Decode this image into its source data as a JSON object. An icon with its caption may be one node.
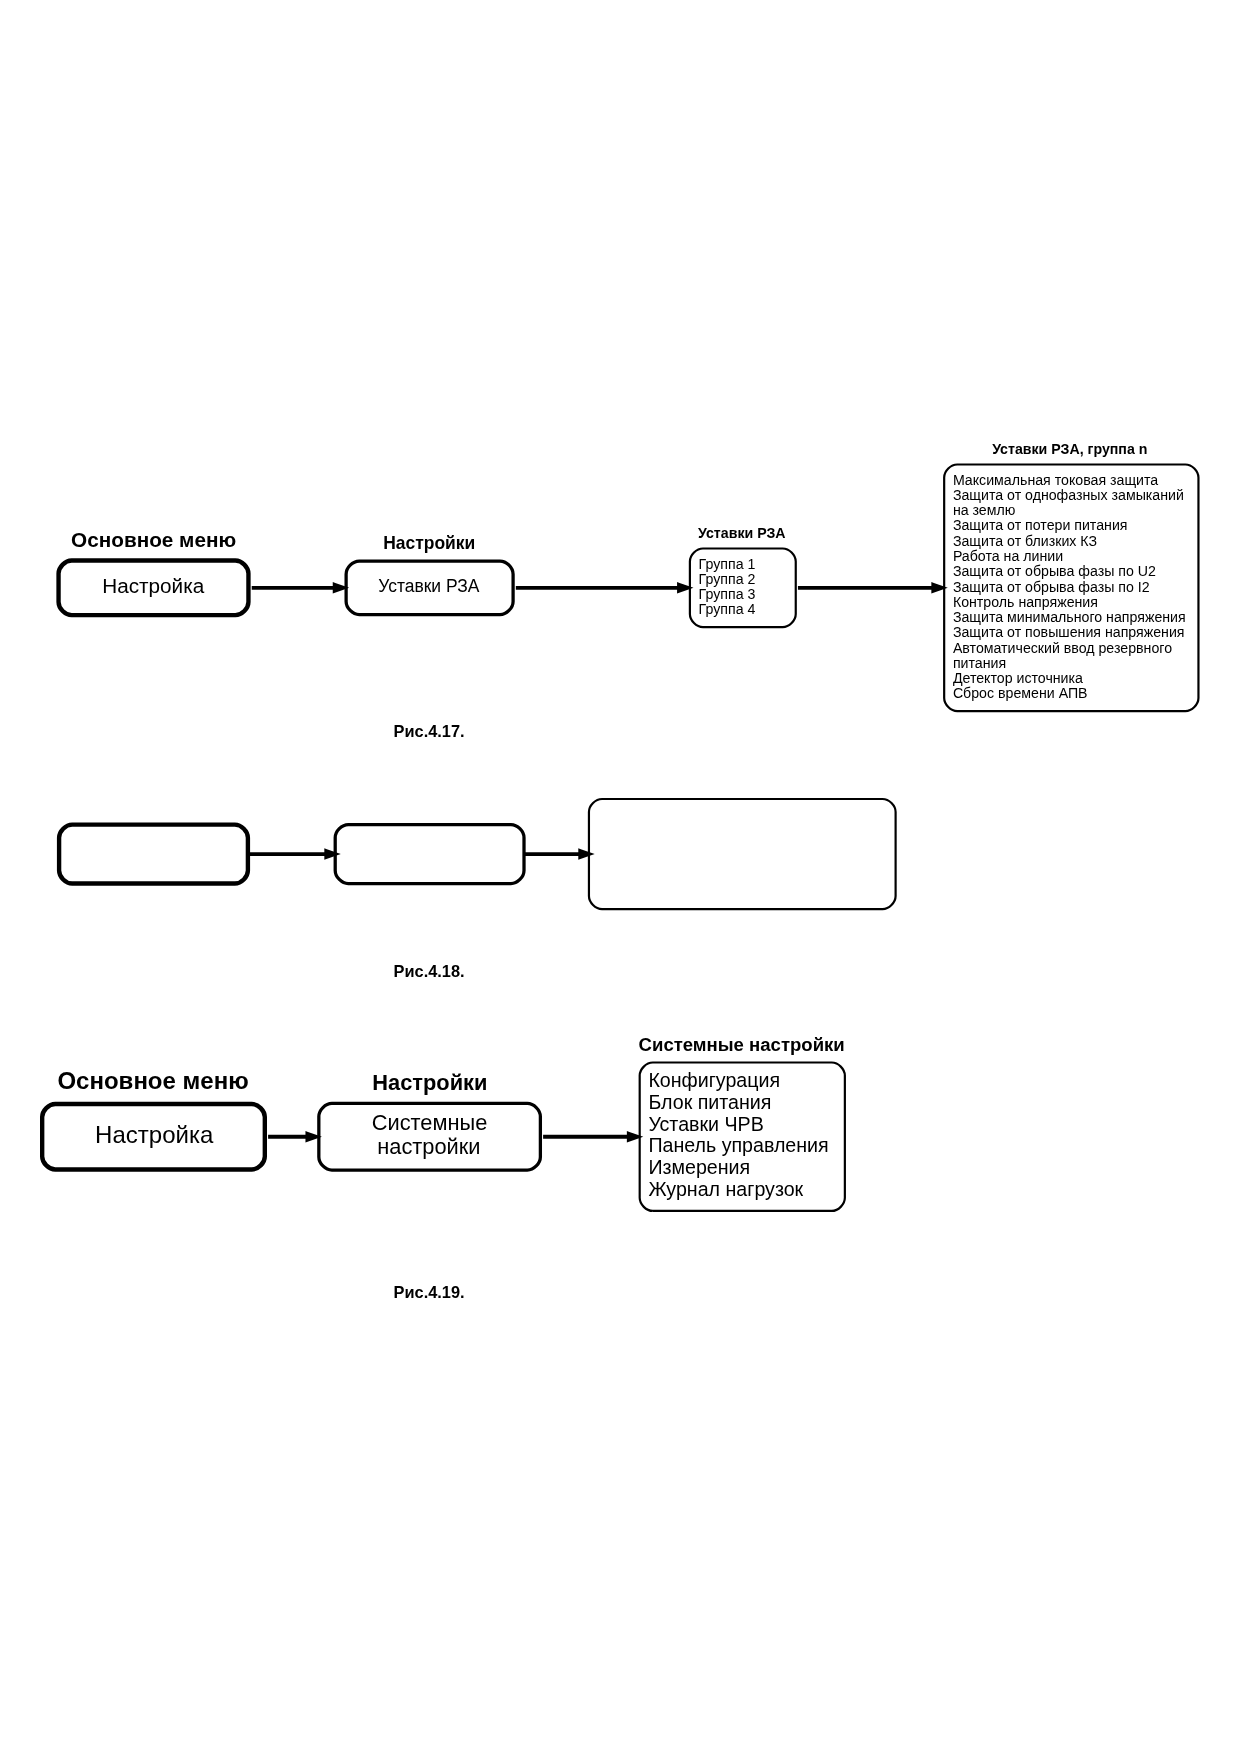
{
  "diagram": {
    "nodes": [
      {
        "text": [
          "Основное меню",
          "Настройка"
        ]
      },
      {
        "text": [
          "Настройки",
          "Уставки РЗА"
        ]
      },
      {
        "text": [
          "Уставки РЗА",
          "Группа 1",
          "Группа 2",
          "Группа 3",
          "Группа 4"
        ]
      },
      {
        "text": [
          "Уставки РЗА, группа n",
          "Максимальная токовая защита",
          "Защита от однофазных замыканий на землю",
          "Защита от потери питания",
          "Защита от близких КЗ",
          "Работа на линии",
          "Защита от обрыва фазы по U2",
          "Защита от обрыва фазы по I2",
          "Контроль напряжения",
          "Защита минимального напряжения",
          "Защита от повышения напряжения",
          "Автоматический ввод резервного питания",
          "Детектор источника",
          "Сброс времени АПВ"
        ]
      },
      {
        "text": [],
        "shape": "box"
      },
      {
        "text": [],
        "shape": "box"
      },
      {
        "text": [],
        "shape": "box"
      },
      {
        "text": [
          "Основное меню",
          "Настройка"
        ]
      },
      {
        "text": [
          "Настройки",
          "Системные настройки"
        ]
      },
      {
        "text": [
          "Системные настройки",
          "Конфигурация",
          "Блок питания",
          "Уставки ЧРВ",
          "Панель управления",
          "Измерения",
          "Журнал нагрузок"
        ]
      }
    ],
    "edges": [
      {
        "from": 0,
        "to": 1,
        "arrow": "to"
      },
      {
        "from": 1,
        "to": 2,
        "arrow": "to"
      },
      {
        "from": 2,
        "to": 3,
        "arrow": "to"
      },
      {
        "from": 4,
        "to": 5,
        "arrow": "to"
      },
      {
        "from": 5,
        "to": 6,
        "arrow": "to"
      },
      {
        "from": 7,
        "to": 8,
        "arrow": "to"
      },
      {
        "from": 8,
        "to": 9,
        "arrow": "to"
      }
    ],
    "labels": [
      "Рис.4.17.",
      "Рис.4.18.",
      "Рис.4.19."
    ]
  }
}
